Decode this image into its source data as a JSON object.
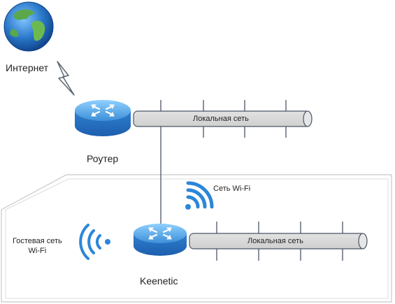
{
  "labels": {
    "internet": "Интернет",
    "router": "Роутер",
    "keenetic": "Keenetic",
    "wifi": "Сеть Wi-Fi",
    "guest_line1": "Гостевая сеть",
    "guest_line2": "Wi-Fi"
  },
  "buses": {
    "main": "Локальная сеть",
    "keenetic": "Локальная сеть"
  },
  "colors": {
    "wifi_icon": "#2b86d9",
    "router_body": "#3c8fd9",
    "bus_fill": "#d9d9d9",
    "line": "#4a5566",
    "frame": "#c8c8c8"
  },
  "icons": [
    "globe-icon",
    "lightning-icon",
    "router-icon",
    "wifi-icon"
  ]
}
